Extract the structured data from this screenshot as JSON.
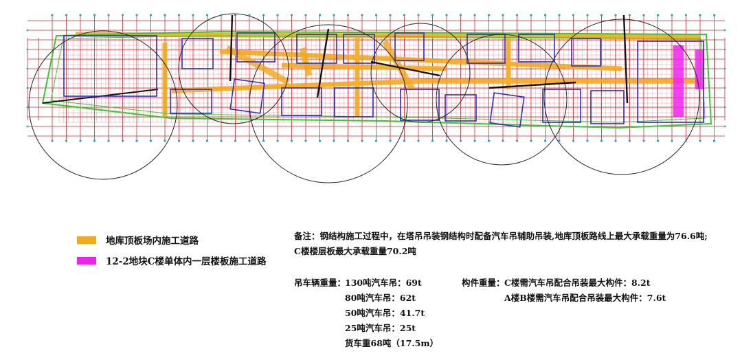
{
  "colors": {
    "grid": "#e0242a",
    "boundary": "#2ecc2e",
    "building": "#2a2ad8",
    "slab_hatch": "#e0242a",
    "road": "#f4a81a",
    "c_building_road": "#ee22ee",
    "crane_radius": "#222222",
    "crane_arm": "#111111",
    "axis_marker": "#1fa8c8"
  },
  "icons": {
    "road_swatch": "orange-bar-icon",
    "c_road_swatch": "magenta-bar-icon"
  },
  "legend": {
    "road_label": "地库顶板场内施工道路",
    "c_road_label": "12-2地块C楼单体内一层楼板施工道路"
  },
  "note": {
    "line1": "备注：钢结构施工过程中，在塔吊吊装钢结构时配备汽车吊辅助吊装,地库顶板路线上最大承载重量为76.6吨;",
    "line2": "C楼楼层板最大承载重量70.2吨"
  },
  "vehicle_weights": {
    "heading": "吊车辆重量：",
    "items": [
      "130吨汽车吊：69t",
      "80吨汽车吊：62t",
      "50吨汽车吊：41.7t",
      "25吨汽车吊：25t",
      "货车重68吨（17.5m）"
    ]
  },
  "component_weights": {
    "heading": "构件重量：",
    "items": [
      "C楼需汽车吊配合吊装最大构件：8.2t",
      "A楼B楼需汽车吊配合吊装最大构件：7.6t"
    ]
  }
}
